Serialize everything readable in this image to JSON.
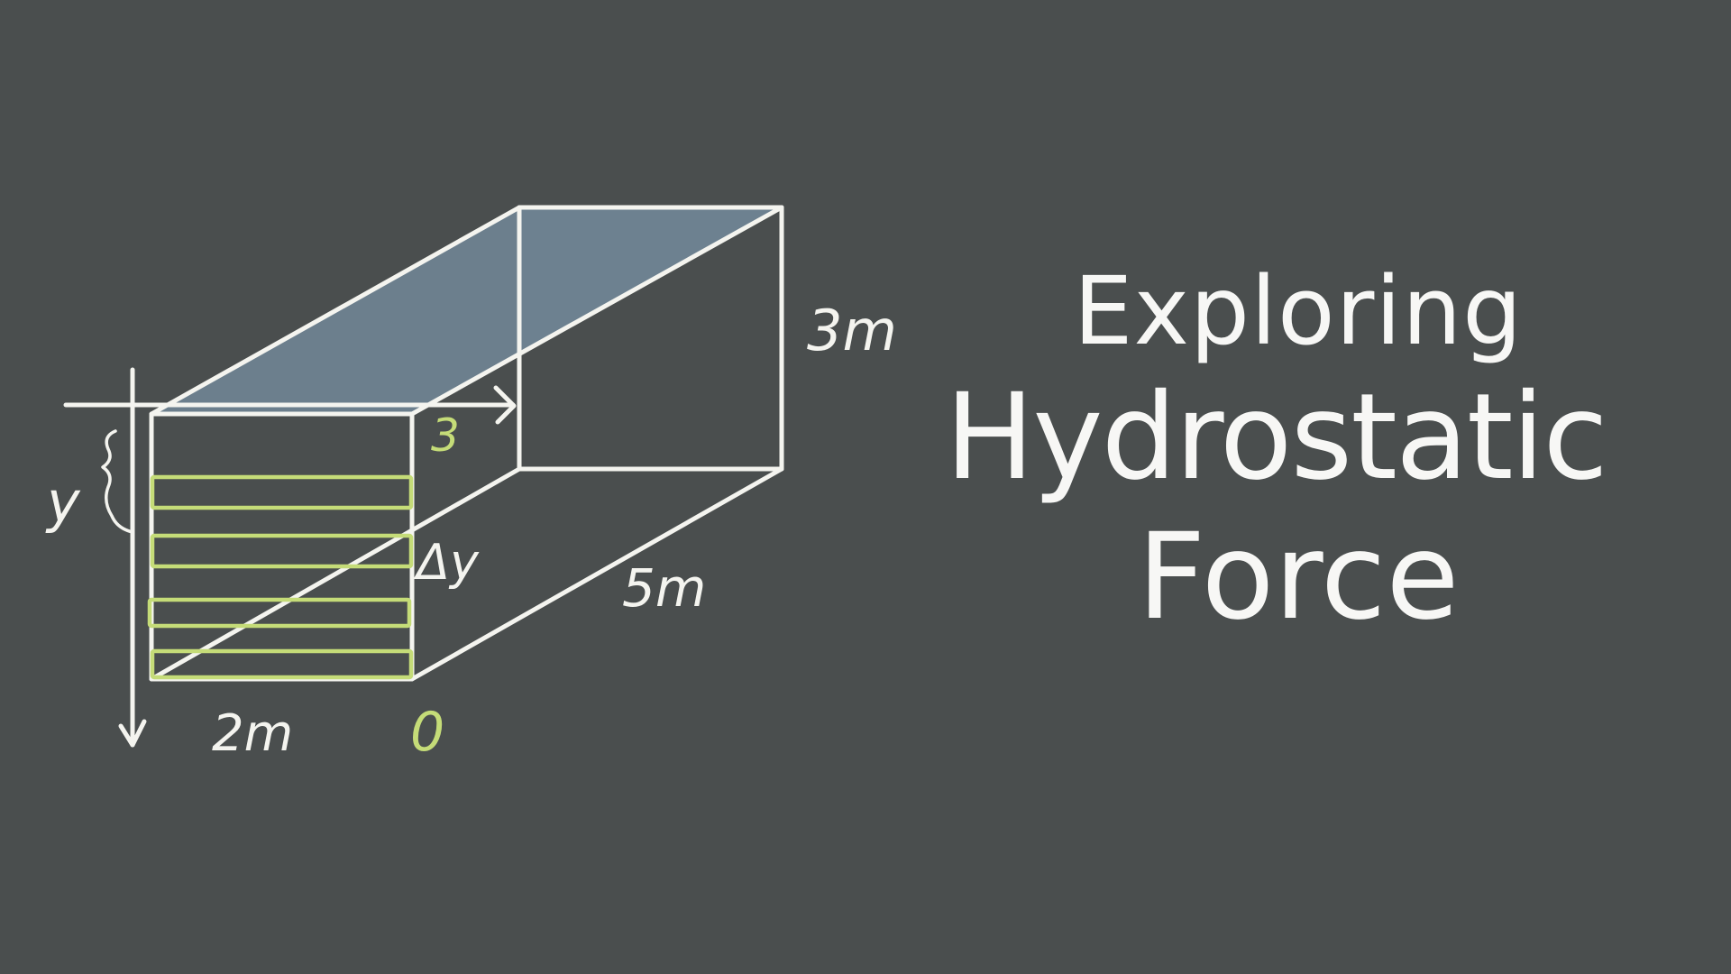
{
  "diagram": {
    "labels": {
      "depth_variable": "y",
      "strip_thickness": "Δy",
      "height": "3m",
      "length": "5m",
      "width": "2m",
      "top_marker": "3",
      "bottom_marker": "0"
    },
    "colors": {
      "background": "#4a4e4e",
      "chalk": "#f4f4ef",
      "highlight": "#c5dc78",
      "water_surface": "#6e8290"
    }
  },
  "title": {
    "line1": "Exploring",
    "line2": "Hydrostatic",
    "line3": "Force"
  }
}
